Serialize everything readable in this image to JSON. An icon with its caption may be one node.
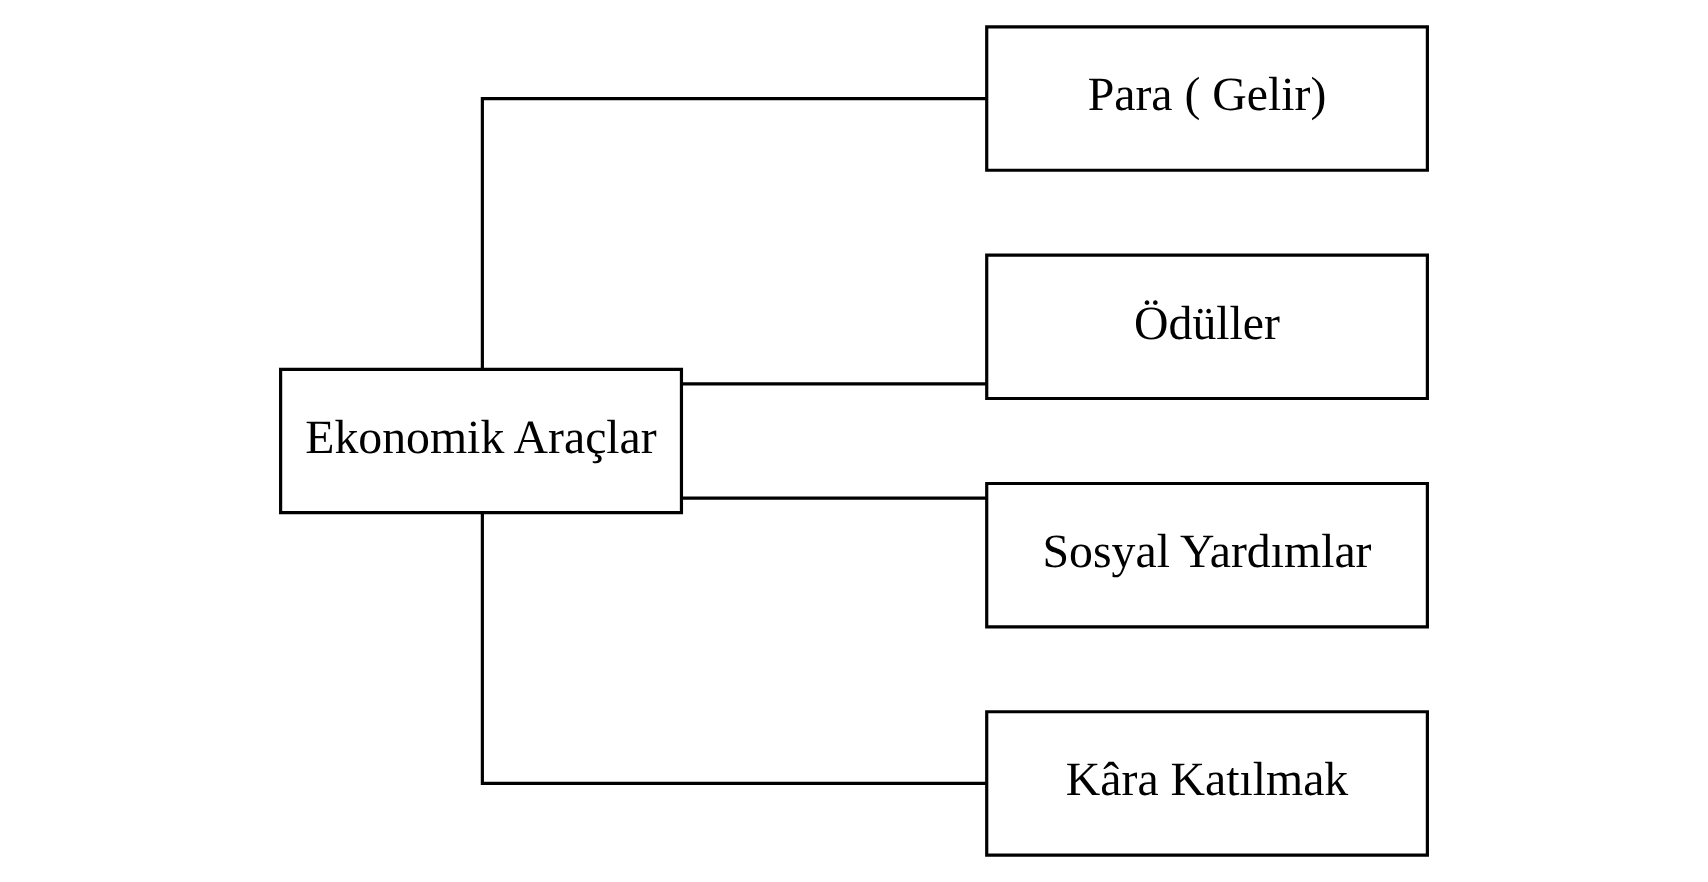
{
  "diagram": {
    "nodes": [
      {
        "text": [
          "Ekonomik Araçlar"
        ]
      },
      {
        "text": [
          "Para ( Gelir)"
        ]
      },
      {
        "text": [
          "Ödüller"
        ]
      },
      {
        "text": [
          "Sosyal Yardımlar"
        ]
      },
      {
        "text": [
          "Kâra Katılmak"
        ]
      }
    ],
    "edges": [
      {
        "from": 0,
        "to": 1,
        "arrow": "none"
      },
      {
        "from": 0,
        "to": 2,
        "arrow": "none"
      },
      {
        "from": 0,
        "to": 3,
        "arrow": "none"
      },
      {
        "from": 0,
        "to": 4,
        "arrow": "none"
      }
    ]
  }
}
